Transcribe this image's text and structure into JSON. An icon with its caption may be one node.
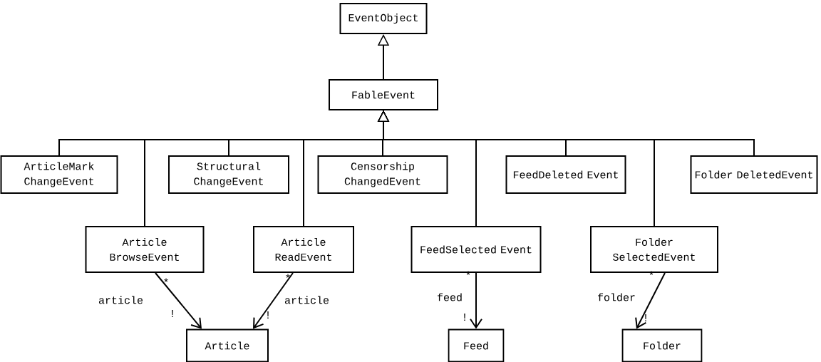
{
  "diagram": {
    "nodes": [
      {
        "text": [
          "EventObject"
        ]
      },
      {
        "text": [
          "FableEvent"
        ]
      },
      {
        "text": [
          "ArticleMark ChangeEvent"
        ]
      },
      {
        "text": [
          "Structural ChangeEvent"
        ]
      },
      {
        "text": [
          "Censorship ChangedEvent"
        ]
      },
      {
        "text": [
          "FeedDeleted Event"
        ]
      },
      {
        "text": [
          "Folder DeletedEvent"
        ]
      },
      {
        "text": [
          "Article BrowseEvent"
        ]
      },
      {
        "text": [
          "Article ReadEvent"
        ]
      },
      {
        "text": [
          "FeedSelected Event"
        ]
      },
      {
        "text": [
          "Folder SelectedEvent"
        ]
      },
      {
        "text": [
          "Article"
        ]
      },
      {
        "text": [
          "Feed"
        ]
      },
      {
        "text": [
          "Folder"
        ]
      }
    ],
    "edges": [
      {
        "from": 1,
        "to": 0,
        "arrow": "to"
      },
      {
        "from": 2,
        "to": 1,
        "arrow": "to"
      },
      {
        "from": 3,
        "to": 1,
        "arrow": "to"
      },
      {
        "from": 4,
        "to": 1,
        "arrow": "to"
      },
      {
        "from": 5,
        "to": 1,
        "arrow": "to"
      },
      {
        "from": 6,
        "to": 1,
        "arrow": "to"
      },
      {
        "from": 7,
        "to": 1,
        "arrow": "to"
      },
      {
        "from": 8,
        "to": 1,
        "arrow": "to"
      },
      {
        "from": 9,
        "to": 1,
        "arrow": "to"
      },
      {
        "from": 10,
        "to": 1,
        "arrow": "to"
      },
      {
        "from": 7,
        "to": 11,
        "arrow": "to",
        "label": "article"
      },
      {
        "from": 8,
        "to": 11,
        "arrow": "to",
        "label": "article"
      },
      {
        "from": 9,
        "to": 12,
        "arrow": "to",
        "label": "feed"
      },
      {
        "from": 10,
        "to": 13,
        "arrow": "to",
        "label": "folder"
      }
    ],
    "labels": [
      "*",
      "*",
      "*",
      "*",
      "!",
      "!",
      "!",
      "!"
    ]
  }
}
